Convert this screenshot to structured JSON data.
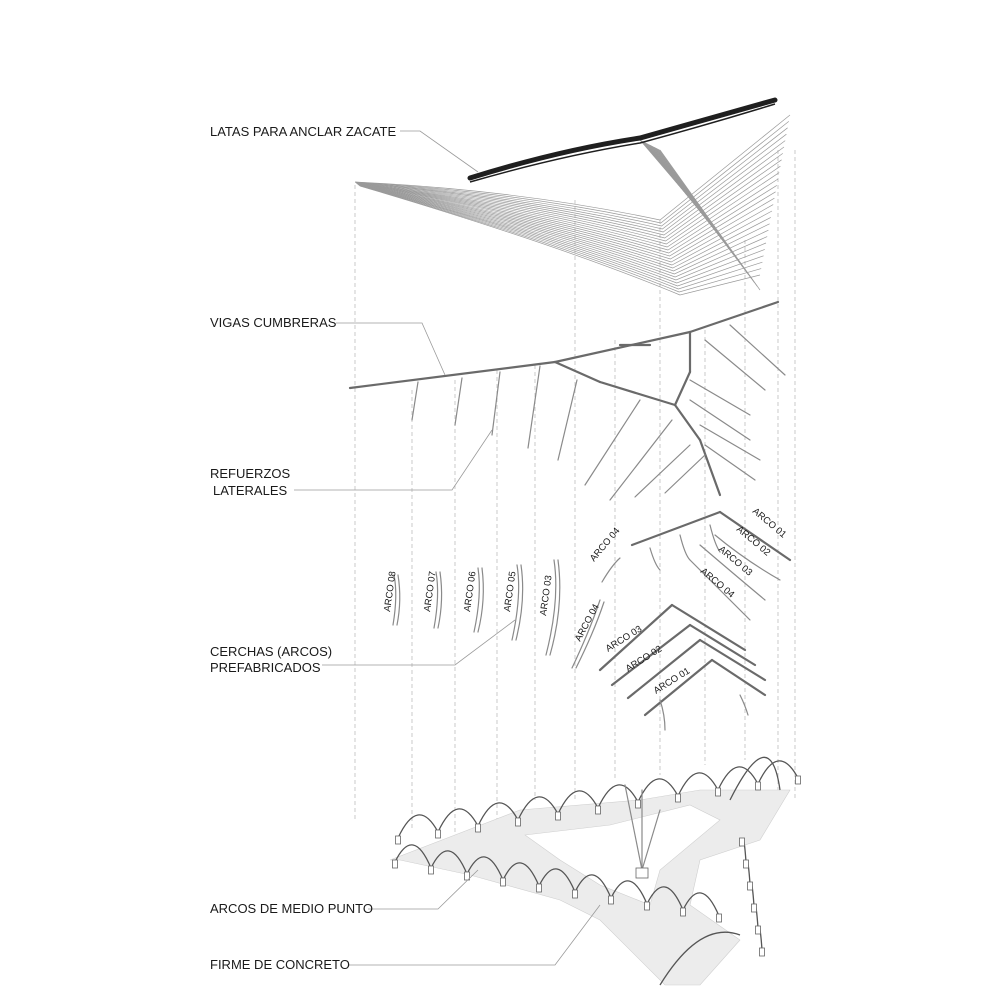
{
  "labels": {
    "latas": "LATAS PARA ANCLAR ZACATE",
    "vigas": "VIGAS CUMBRERAS",
    "refuerzos_line1": "REFUERZOS",
    "refuerzos_line2": "LATERALES",
    "cerchas_line1": "CERCHAS (ARCOS)",
    "cerchas_line2": "PREFABRICADOS",
    "arcos_medio_punto": "ARCOS DE MEDIO PUNTO",
    "firme": "FIRME DE CONCRETO"
  },
  "arc_labels": {
    "left_row": [
      "ARCO 08",
      "ARCO 07",
      "ARCO 06",
      "ARCO 05",
      "ARCO 03"
    ],
    "middle": [
      "ARCO 04",
      "ARCO 04",
      "ARCO 03",
      "ARCO 02",
      "ARCO 01"
    ],
    "right": [
      "ARCO 01",
      "ARCO 02",
      "ARCO 03",
      "ARCO 04"
    ]
  },
  "colors": {
    "text": "#1a1a1a",
    "lines": "#6a6a6a",
    "slab": "#ececec",
    "dark_lath": "#1f1f1f"
  }
}
